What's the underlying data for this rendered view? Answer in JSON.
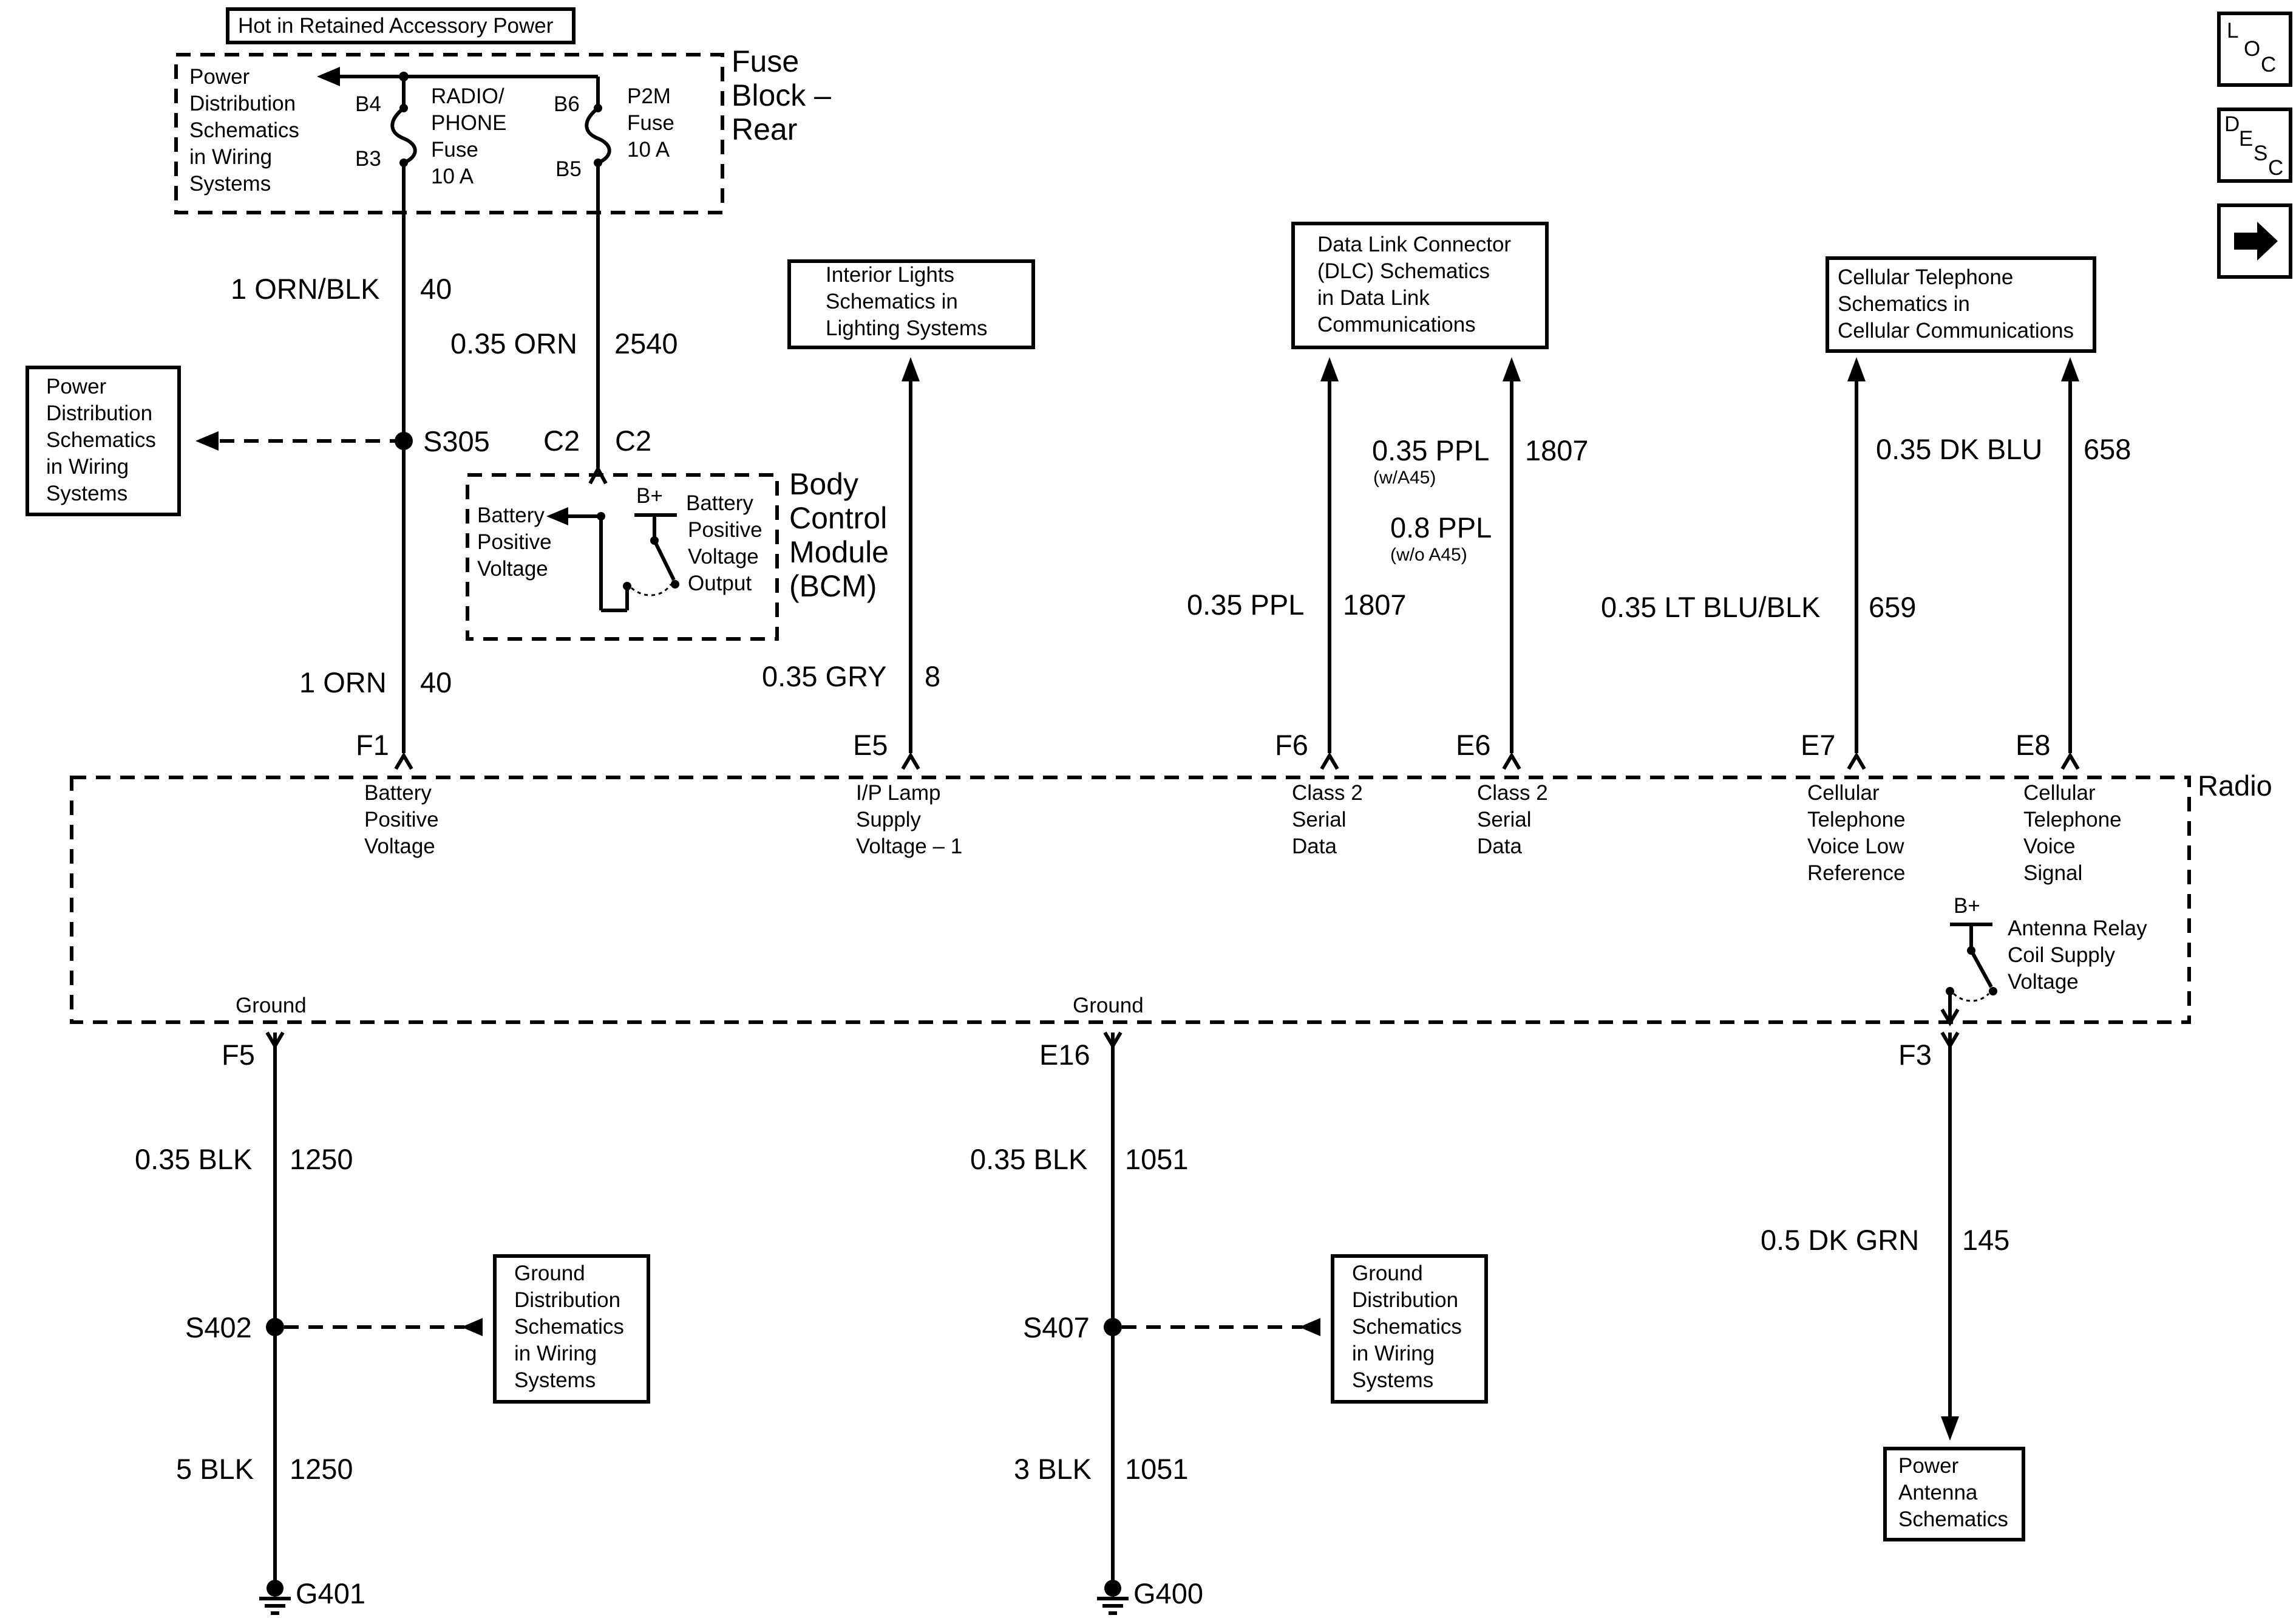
{
  "top_label": "Hot in Retained Accessory Power",
  "fuse_block": {
    "title": [
      "Fuse",
      "Block –",
      "Rear"
    ],
    "ref": [
      "Power",
      "Distribution",
      "Schematics",
      "in Wiring",
      "Systems"
    ],
    "fuse1": {
      "lines": [
        "RADIO/",
        "PHONE",
        "Fuse",
        "10 A"
      ],
      "in_pin": "B4",
      "out_pin": "B3"
    },
    "fuse2": {
      "lines": [
        "P2M",
        "Fuse",
        "10 A"
      ],
      "in_pin": "B6",
      "out_pin": "B5"
    }
  },
  "wires": {
    "w_40_top": {
      "gauge": "1 ORN/BLK",
      "circuit": "40"
    },
    "w_2540": {
      "gauge": "0.35 ORN",
      "circuit": "2540"
    },
    "w_40_bot": {
      "gauge": "1 ORN",
      "circuit": "40"
    },
    "w_8": {
      "gauge": "0.35 GRY",
      "circuit": "8"
    },
    "w_1807_a": {
      "gauge": "0.35 PPL",
      "circuit": "1807"
    },
    "w_1807_b": {
      "gauge1": "0.35 PPL",
      "note1": "(w/A45)",
      "circuit": "1807",
      "gauge2": "0.8 PPL",
      "note2": "(w/o A45)"
    },
    "w_659": {
      "gauge": "0.35 LT BLU/BLK",
      "circuit": "659"
    },
    "w_658": {
      "gauge": "0.35 DK BLU",
      "circuit": "658"
    },
    "w_1250_a": {
      "gauge": "0.35 BLK",
      "circuit": "1250"
    },
    "w_1250_b": {
      "gauge": "5 BLK",
      "circuit": "1250"
    },
    "w_1051_a": {
      "gauge": "0.35 BLK",
      "circuit": "1051"
    },
    "w_1051_b": {
      "gauge": "3 BLK",
      "circuit": "1051"
    },
    "w_145": {
      "gauge": "0.5 DK GRN",
      "circuit": "145"
    }
  },
  "splices": {
    "s305": "S305",
    "s402": "S402",
    "s407": "S407"
  },
  "grounds": {
    "g401": "G401",
    "g400": "G400"
  },
  "bcm": {
    "title": [
      "Body",
      "Control",
      "Module",
      "(BCM)"
    ],
    "conn_left": "C2",
    "conn_right": "C2",
    "bpv": [
      "Battery",
      "Positive",
      "Voltage"
    ],
    "bplus": "B+",
    "output": [
      "Battery",
      "Positive",
      "Voltage",
      "Output"
    ]
  },
  "refs": {
    "power_dist_left": [
      "Power",
      "Distribution",
      "Schematics",
      "in Wiring",
      "Systems"
    ],
    "interior_lights": [
      "Interior Lights",
      "Schematics in",
      "Lighting Systems"
    ],
    "dlc": [
      "Data Link Connector",
      "(DLC) Schematics",
      "in Data Link",
      "Communications"
    ],
    "cellular": [
      "Cellular Telephone",
      "Schematics in",
      "Cellular Communications"
    ],
    "ground_dist_1": [
      "Ground",
      "Distribution",
      "Schematics",
      "in Wiring",
      "Systems"
    ],
    "ground_dist_2": [
      "Ground",
      "Distribution",
      "Schematics",
      "in Wiring",
      "Systems"
    ],
    "power_antenna": [
      "Power",
      "Antenna",
      "Schematics"
    ]
  },
  "radio": {
    "title": "Radio",
    "pins": {
      "f1": {
        "id": "F1",
        "label": [
          "Battery",
          "Positive",
          "Voltage"
        ]
      },
      "e5": {
        "id": "E5",
        "label": [
          "I/P Lamp",
          "Supply",
          "Voltage – 1"
        ]
      },
      "f6": {
        "id": "F6",
        "label": [
          "Class 2",
          "Serial",
          "Data"
        ]
      },
      "e6": {
        "id": "E6",
        "label": [
          "Class 2",
          "Serial",
          "Data"
        ]
      },
      "e7": {
        "id": "E7",
        "label": [
          "Cellular",
          "Telephone",
          "Voice Low",
          "Reference"
        ]
      },
      "e8": {
        "id": "E8",
        "label": [
          "Cellular",
          "Telephone",
          "Voice",
          "Signal"
        ]
      },
      "f5": {
        "id": "F5",
        "label": [
          "Ground"
        ]
      },
      "e16": {
        "id": "E16",
        "label": [
          "Ground"
        ]
      },
      "f3": {
        "id": "F3"
      }
    },
    "relay_bplus": "B+",
    "relay_label": [
      "Antenna Relay",
      "Coil Supply",
      "Voltage"
    ]
  },
  "nav": {
    "loc": [
      "L",
      "O",
      "C"
    ],
    "desc": [
      "D",
      "E",
      "S",
      "C"
    ],
    "next_icon": "right-arrow-icon"
  }
}
